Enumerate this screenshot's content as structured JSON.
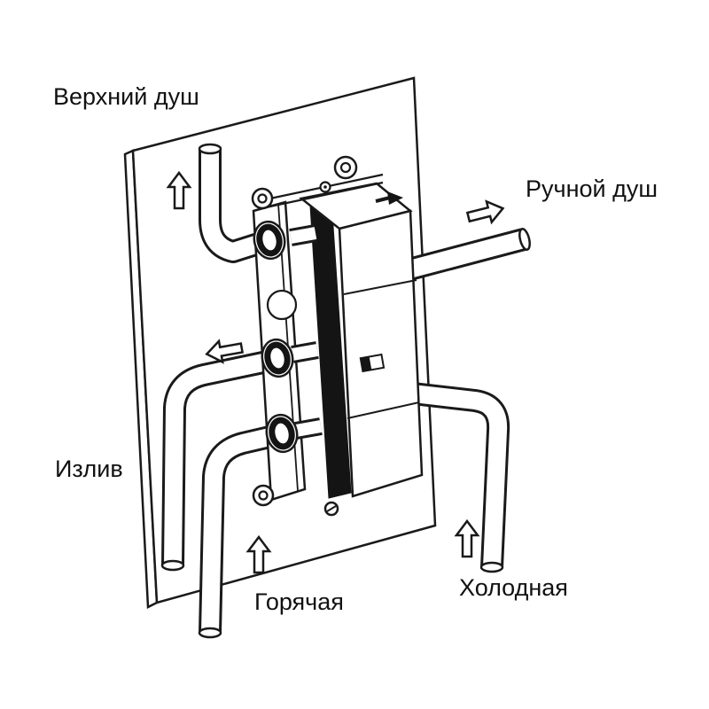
{
  "page": {
    "background_color": "#ffffff",
    "line_color": "#1a1a1a"
  },
  "diagram": {
    "type": "plumbing-installation-schematic",
    "labels": {
      "top_shower": "Верхний душ",
      "hand_shower": "Ручной душ",
      "spout": "Излив",
      "hot": "Горячая",
      "cold": "Холодная"
    },
    "arrows": [
      {
        "name": "top-shower-flow",
        "direction": "up"
      },
      {
        "name": "hand-shower-flow",
        "direction": "right"
      },
      {
        "name": "spout-flow",
        "direction": "left"
      },
      {
        "name": "hot-flow",
        "direction": "up"
      },
      {
        "name": "cold-flow",
        "direction": "up"
      }
    ]
  }
}
